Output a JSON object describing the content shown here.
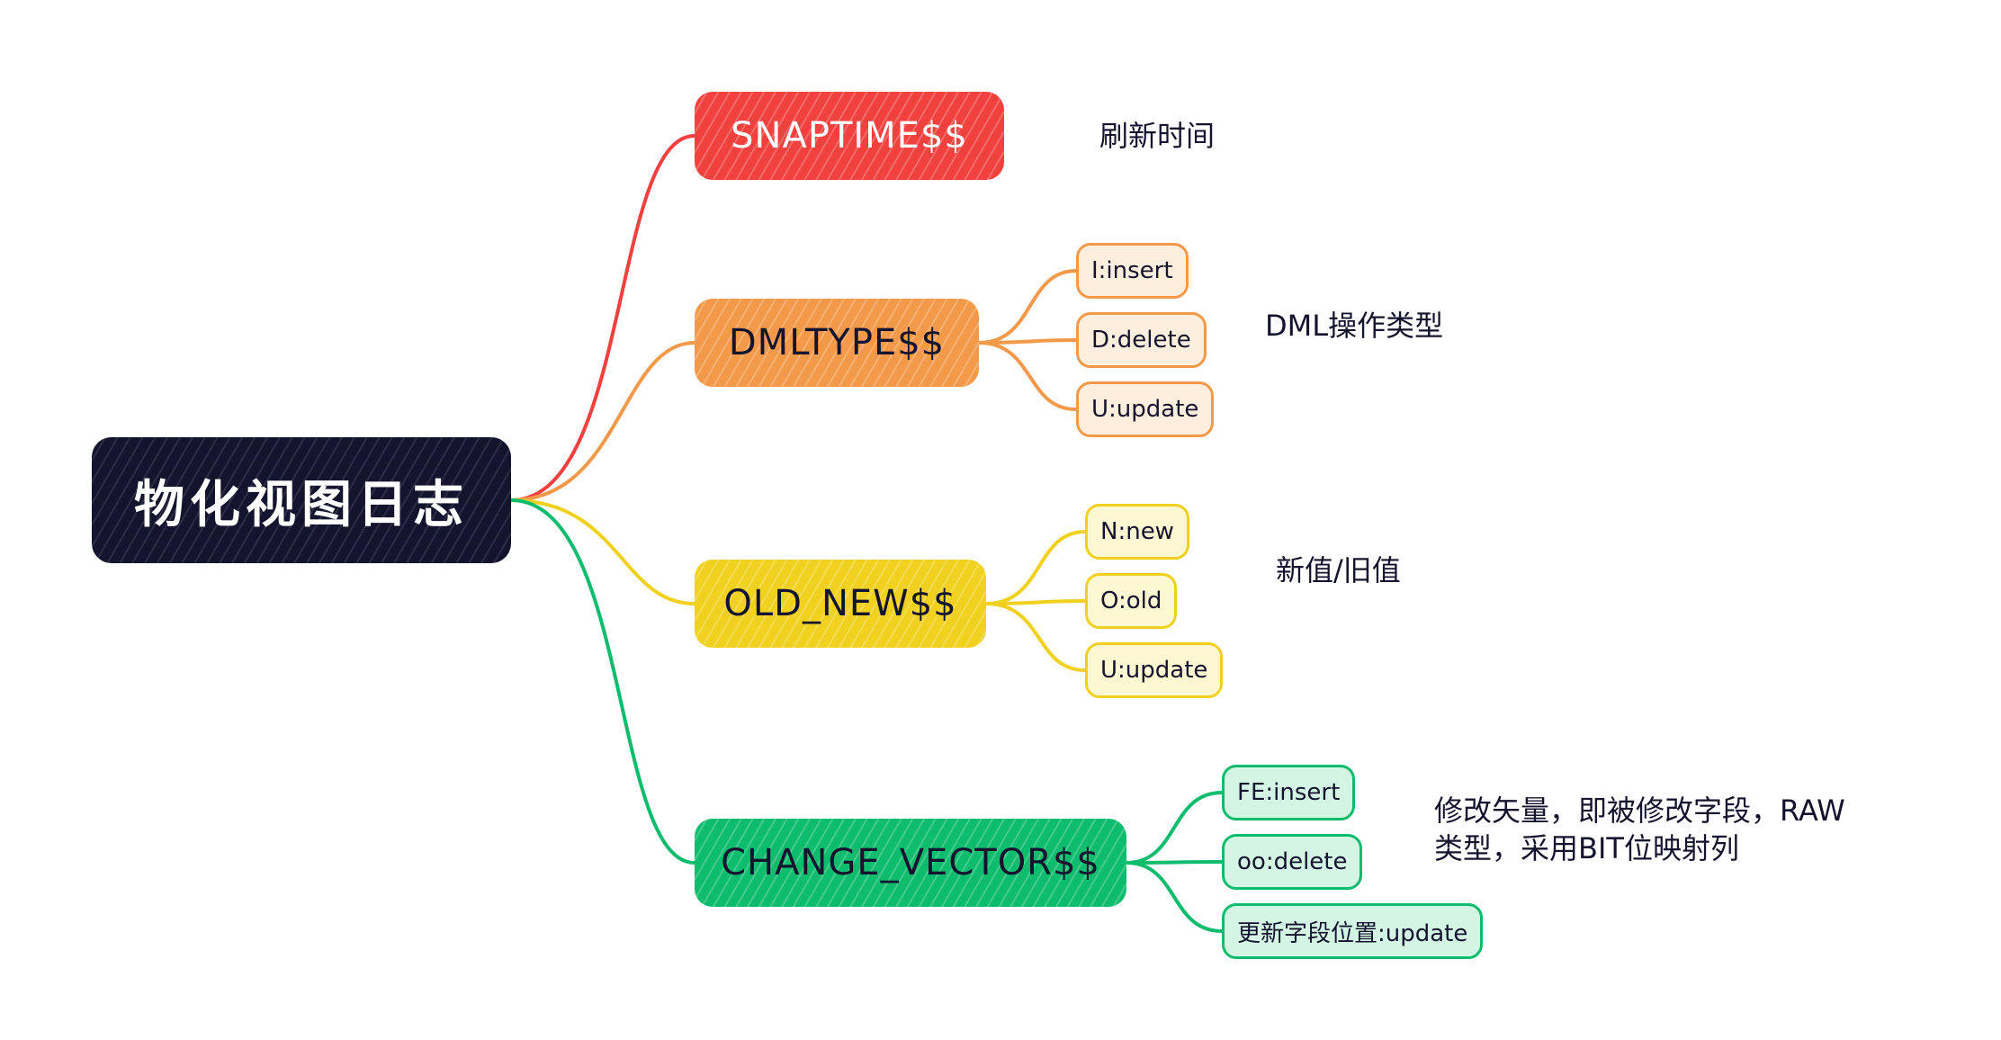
{
  "root": {
    "label": "物化视图日志"
  },
  "branches": [
    {
      "label": "SNAPTIME$$",
      "note": "刷新时间",
      "leaves": []
    },
    {
      "label": "DMLTYPE$$",
      "note": "DML操作类型",
      "leaves": [
        {
          "label": "I:insert"
        },
        {
          "label": "D:delete"
        },
        {
          "label": "U:update"
        }
      ]
    },
    {
      "label": "OLD_NEW$$",
      "note": "新值/旧值",
      "leaves": [
        {
          "label": "N:new"
        },
        {
          "label": "O:old"
        },
        {
          "label": "U:update"
        }
      ]
    },
    {
      "label": "CHANGE_VECTOR$$",
      "note_lines": [
        "修改矢量，即被修改字段，RAW",
        "类型，采用BIT位映射列"
      ],
      "leaves": [
        {
          "label": "FE:insert"
        },
        {
          "label": "oo:delete"
        },
        {
          "label": "更新字段位置:update"
        }
      ]
    }
  ],
  "colors": {
    "root": "#14142e",
    "red": "#f0413f",
    "orange": "#f39a4a",
    "yellow": "#f1d11f",
    "green": "#0ebc6e"
  }
}
